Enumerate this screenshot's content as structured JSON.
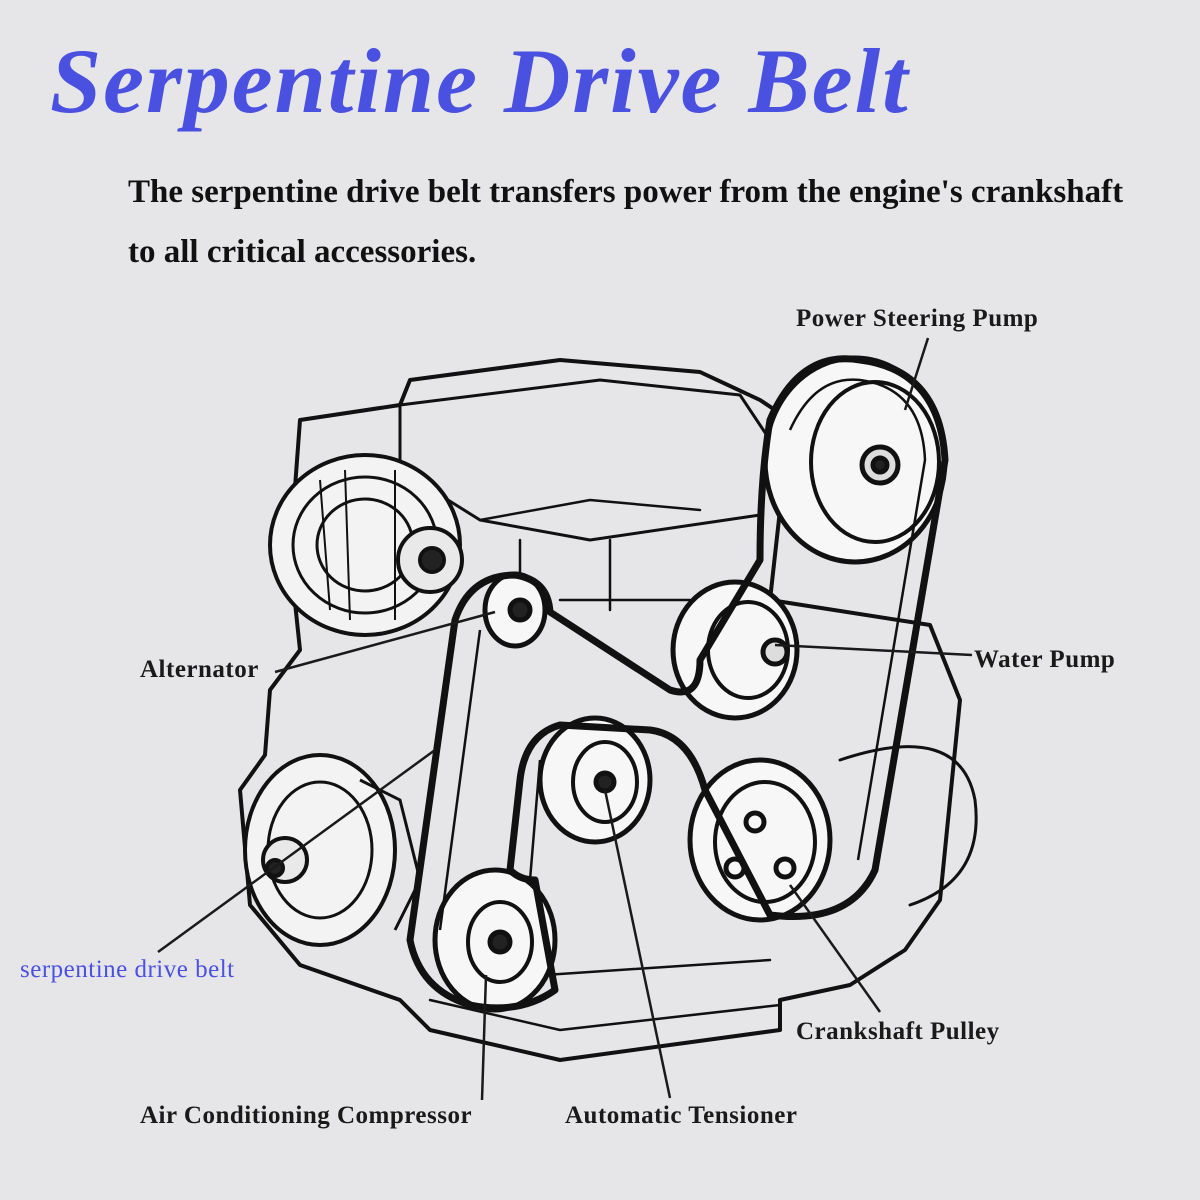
{
  "title": "Serpentine Drive Belt",
  "description": "The serpentine drive belt transfers power from the engine's crankshaft to all critical accessories.",
  "colors": {
    "accent": "#4a50e0",
    "background": "#e6e6e8",
    "ink": "#111111"
  },
  "labels": {
    "power_steering_pump": "Power Steering Pump",
    "alternator": "Alternator",
    "water_pump": "Water Pump",
    "serpentine_drive_belt": "serpentine drive belt",
    "crankshaft_pulley": "Crankshaft Pulley",
    "air_conditioning_compressor": "Air Conditioning Compressor",
    "automatic_tensioner": "Automatic Tensioner"
  }
}
